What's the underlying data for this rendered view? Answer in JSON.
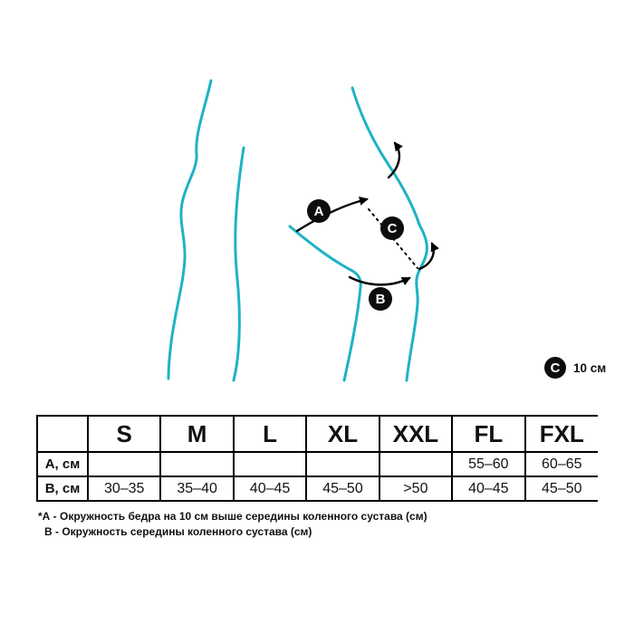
{
  "diagram": {
    "stroke_color": "#1EB3C4",
    "badge_a": "A",
    "badge_b": "B",
    "badge_c": "C",
    "legend": {
      "badge": "C",
      "label": "10 см"
    }
  },
  "table": {
    "headers": [
      "S",
      "M",
      "L",
      "XL",
      "XXL",
      "FL",
      "FXL"
    ],
    "rows": [
      {
        "label": "А, см",
        "values": [
          "",
          "",
          "",
          "",
          "",
          "55–60",
          "60–65"
        ]
      },
      {
        "label": "В, см",
        "values": [
          "30–35",
          "35–40",
          "40–45",
          "45–50",
          ">50",
          "40–45",
          "45–50"
        ]
      }
    ]
  },
  "footnotes": [
    "*А - Окружность бедра на 10 см выше середины коленного сустава (см)",
    "В - Окружность середины коленного сустава (см)"
  ]
}
